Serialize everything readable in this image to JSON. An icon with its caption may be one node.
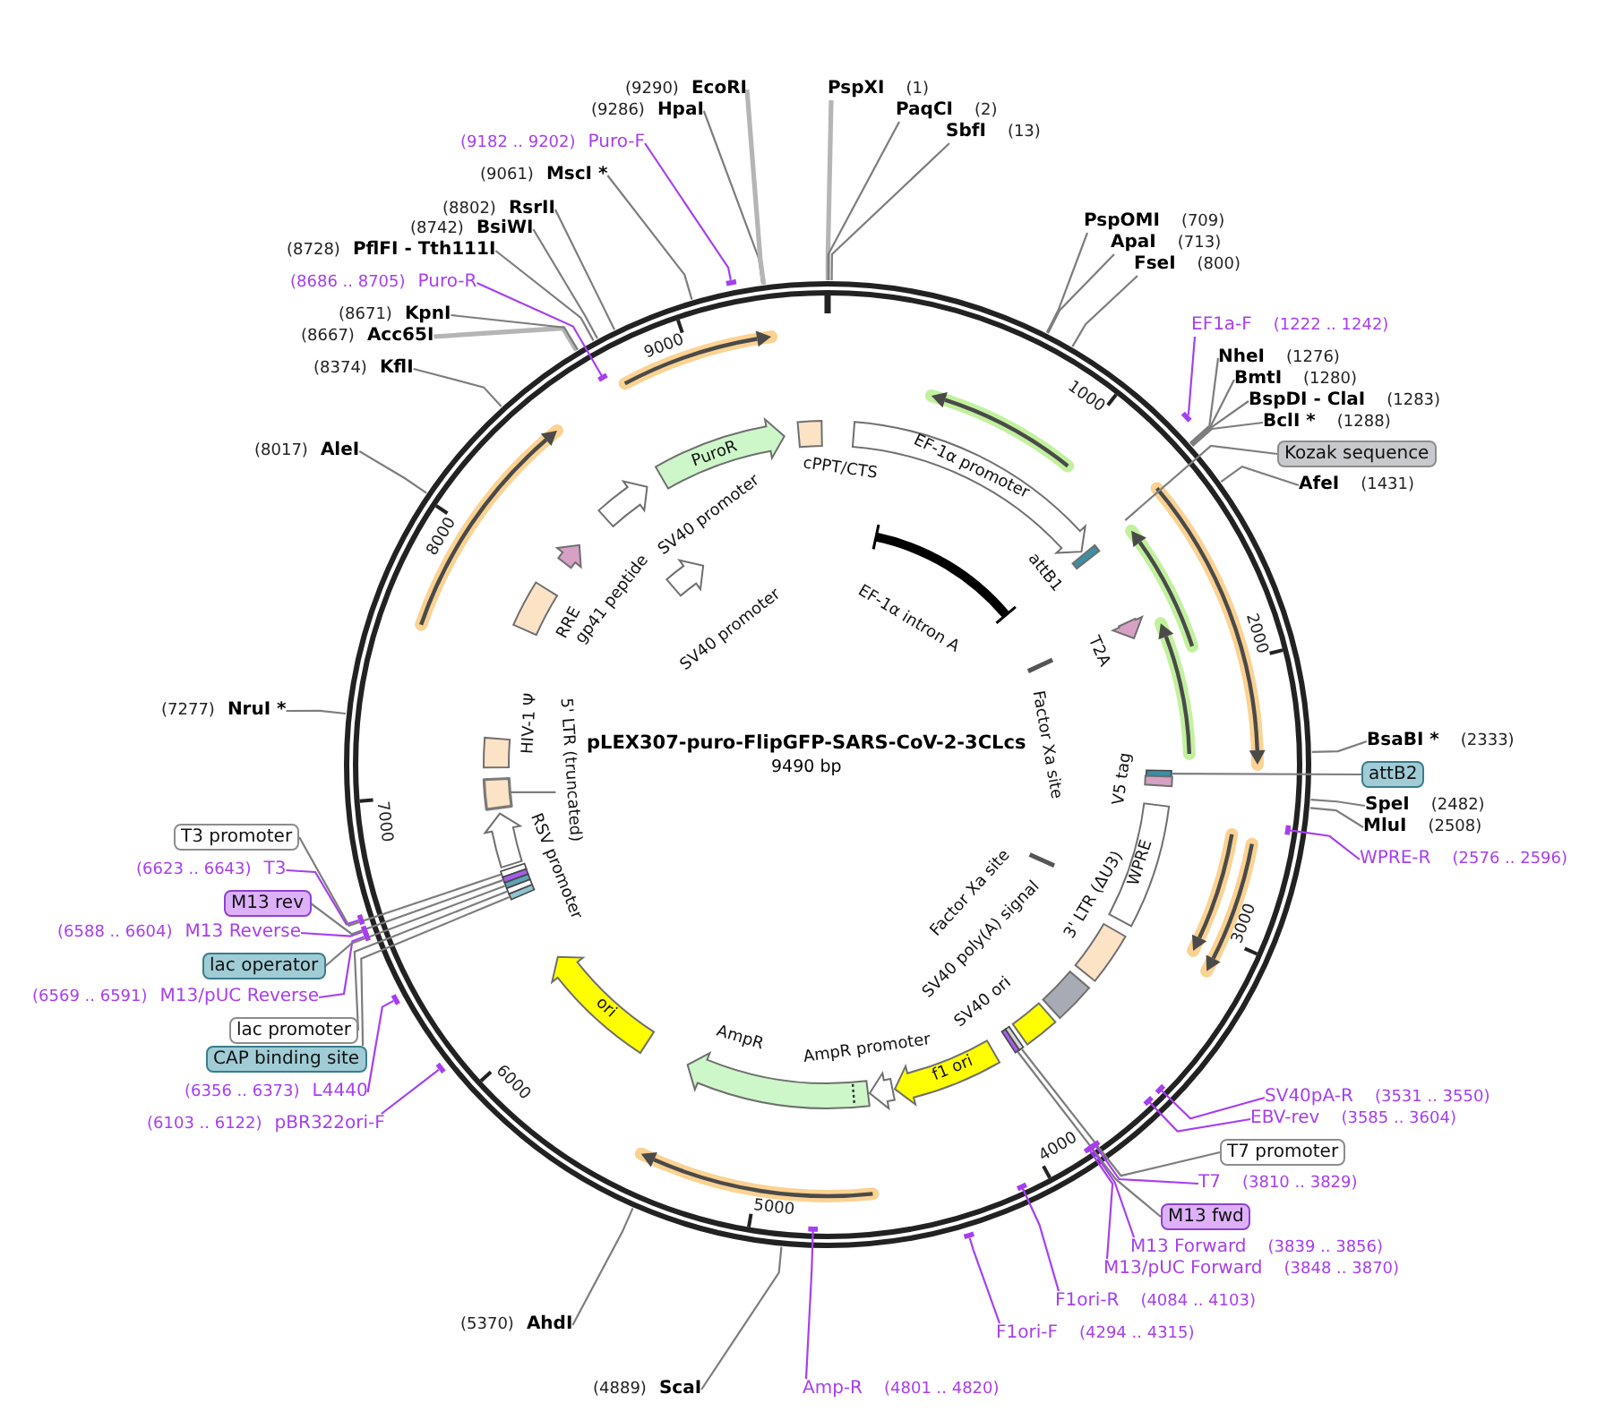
{
  "diagram": {
    "title": "pLEX307-puro-FlipGFP-SARS-CoV-2-3CLcs",
    "nodes": [
      {
        "text": [
          "PspXI",
          "(1)"
        ]
      },
      {
        "text": [
          "PaqCI",
          "(2)"
        ]
      },
      {
        "text": [
          "SbfI",
          "(13)"
        ]
      },
      {
        "text": [
          "PspOMI",
          "(709)"
        ]
      },
      {
        "text": [
          "ApaI",
          "(713)"
        ]
      },
      {
        "text": [
          "FseI",
          "(800)"
        ]
      },
      {
        "text": [
          "EF1a-F",
          "(1222 .. 1242)"
        ]
      },
      {
        "text": [
          "NheI",
          "(1276)"
        ]
      },
      {
        "text": [
          "BmtI",
          "(1280)"
        ]
      },
      {
        "text": [
          "BspDI - ClaI",
          "(1283)"
        ]
      },
      {
        "text": [
          "BclI *",
          "(1288)"
        ]
      },
      {
        "text": [
          "Kozak sequence"
        ]
      },
      {
        "text": [
          "AfeI",
          "(1431)"
        ]
      },
      {
        "text": [
          "BsaBI *",
          "(2333)"
        ]
      },
      {
        "text": [
          "attB2"
        ]
      },
      {
        "text": [
          "SpeI",
          "(2482)"
        ]
      },
      {
        "text": [
          "MluI",
          "(2508)"
        ]
      },
      {
        "text": [
          "WPRE-R",
          "(2576 .. 2596)"
        ]
      },
      {
        "text": [
          "SV40pA-R",
          "(3531 .. 3550)"
        ]
      },
      {
        "text": [
          "EBV-rev",
          "(3585 .. 3604)"
        ]
      },
      {
        "text": [
          "T7 promoter"
        ]
      },
      {
        "text": [
          "T7",
          "(3810 .. 3829)"
        ]
      },
      {
        "text": [
          "M13 fwd"
        ]
      },
      {
        "text": [
          "M13 Forward",
          "(3839 .. 3856)"
        ]
      },
      {
        "text": [
          "M13/pUC Forward",
          "(3848 .. 3870)"
        ]
      },
      {
        "text": [
          "F1ori-R",
          "(4084 .. 4103)"
        ]
      },
      {
        "text": [
          "F1ori-F",
          "(4294 .. 4315)"
        ]
      },
      {
        "text": [
          "Amp-R",
          "(4801 .. 4820)"
        ]
      },
      {
        "text": [
          "(4889)",
          "ScaI"
        ]
      },
      {
        "text": [
          "(5370)",
          "AhdI"
        ]
      },
      {
        "text": [
          "(6103 .. 6122)",
          "pBR322ori-F"
        ]
      },
      {
        "text": [
          "(6356 .. 6373)",
          "L4440"
        ]
      },
      {
        "text": [
          "CAP binding site"
        ]
      },
      {
        "text": [
          "lac promoter"
        ]
      },
      {
        "text": [
          "(6569 .. 6591)",
          "M13/pUC Reverse"
        ]
      },
      {
        "text": [
          "lac operator"
        ]
      },
      {
        "text": [
          "(6588 .. 6604)",
          "M13 Reverse"
        ]
      },
      {
        "text": [
          "M13 rev"
        ]
      },
      {
        "text": [
          "(6623 .. 6643)",
          "T3"
        ]
      },
      {
        "text": [
          "T3 promoter"
        ]
      },
      {
        "text": [
          "(7277)",
          "NruI *"
        ]
      },
      {
        "text": [
          "(8017)",
          "AleI"
        ]
      },
      {
        "text": [
          "(8374)",
          "KflI"
        ]
      },
      {
        "text": [
          "(8667)",
          "Acc65I"
        ]
      },
      {
        "text": [
          "(8671)",
          "KpnI"
        ]
      },
      {
        "text": [
          "(8686 .. 8705)",
          "Puro-R"
        ]
      },
      {
        "text": [
          "(8728)",
          "PflFI - Tth111I"
        ]
      },
      {
        "text": [
          "(8742)",
          "BsiWI"
        ]
      },
      {
        "text": [
          "(8802)",
          "RsrII"
        ]
      },
      {
        "text": [
          "(9061)",
          "MscI *"
        ]
      },
      {
        "text": [
          "(9182 .. 9202)",
          "Puro-F"
        ]
      },
      {
        "text": [
          "(9286)",
          "HpaI"
        ]
      },
      {
        "text": [
          "(9290)",
          "EcoRI"
        ]
      },
      {
        "text": [
          "EF-1α promoter"
        ]
      },
      {
        "text": [
          "EF-1α intron A"
        ]
      },
      {
        "text": [
          "attB1"
        ]
      },
      {
        "text": [
          "T2A"
        ]
      },
      {
        "text": [
          "Factor Xa site"
        ]
      },
      {
        "text": [
          "V5 tag"
        ]
      },
      {
        "text": [
          "Factor Xa site"
        ]
      },
      {
        "text": [
          "WPRE"
        ]
      },
      {
        "text": [
          "3' LTR (ΔU3)"
        ]
      },
      {
        "text": [
          "SV40 poly(A) signal"
        ]
      },
      {
        "text": [
          "SV40 ori"
        ]
      },
      {
        "text": [
          "f1 ori"
        ]
      },
      {
        "text": [
          "AmpR promoter"
        ]
      },
      {
        "text": [
          "AmpR"
        ]
      },
      {
        "text": [
          "ori"
        ]
      },
      {
        "text": [
          "RSV promoter"
        ]
      },
      {
        "text": [
          "5' LTR (truncated)"
        ]
      },
      {
        "text": [
          "HIV-1 Ψ"
        ]
      },
      {
        "text": [
          "RRE"
        ]
      },
      {
        "text": [
          "gp41 peptide"
        ]
      },
      {
        "text": [
          "SV40 promoter"
        ]
      },
      {
        "text": [
          "SV40 promoter"
        ]
      },
      {
        "text": [
          "PuroR"
        ]
      },
      {
        "text": [
          "cPPT/CTS"
        ]
      },
      {
        "text": [],
        "shape": "bar"
      },
      {
        "text": [],
        "shape": "bar"
      },
      {
        "text": [],
        "shape": "bar"
      },
      {
        "text": [],
        "shape": "bar"
      },
      {
        "text": [],
        "shape": "bar"
      },
      {
        "text": [],
        "shape": "bar"
      },
      {
        "text": [],
        "shape": "bar"
      },
      {
        "text": [],
        "shape": "bar"
      },
      {
        "text": [],
        "shape": "bar"
      },
      {
        "text": [],
        "shape": "bar"
      },
      {
        "text": [],
        "shape": "bar"
      },
      {
        "text": [],
        "shape": "bar"
      },
      {
        "text": [],
        "shape": "bar"
      },
      {
        "text": [],
        "shape": "bar"
      },
      {
        "text": [],
        "shape": "bar"
      },
      {
        "text": [],
        "shape": "bar"
      },
      {
        "text": [],
        "shape": "bar"
      },
      {
        "text": [],
        "shape": "bar"
      },
      {
        "text": [],
        "shape": "bar"
      },
      {
        "text": [],
        "shape": "bar"
      },
      {
        "text": [],
        "shape": "bar"
      },
      {
        "text": [],
        "shape": "bar"
      },
      {
        "text": [],
        "shape": "bar"
      },
      {
        "text": [],
        "shape": "bar"
      },
      {
        "text": [],
        "shape": "bar"
      },
      {
        "text": [],
        "shape": "box"
      }
    ],
    "edges": [
      {
        "from": 0,
        "to": null,
        "arrow": "none",
        "style": "thick",
        "color": "#b5b5b5"
      },
      {
        "from": 1,
        "to": null,
        "arrow": "none"
      },
      {
        "from": 2,
        "to": null,
        "arrow": "none"
      },
      {
        "from": 3,
        "to": null,
        "arrow": "none"
      },
      {
        "from": 4,
        "to": null,
        "arrow": "none"
      },
      {
        "from": 5,
        "to": null,
        "arrow": "none"
      },
      {
        "from": 6,
        "to": 100,
        "arrow": "none",
        "color": "#a63ff0"
      },
      {
        "from": 7,
        "to": null,
        "arrow": "none"
      },
      {
        "from": 8,
        "to": null,
        "arrow": "none"
      },
      {
        "from": 9,
        "to": null,
        "arrow": "none"
      },
      {
        "from": 10,
        "to": null,
        "arrow": "none"
      },
      {
        "from": 11,
        "to": null,
        "arrow": "none"
      },
      {
        "from": 12,
        "to": null,
        "arrow": "none"
      },
      {
        "from": 13,
        "to": null,
        "arrow": "none"
      },
      {
        "from": 14,
        "to": 98,
        "arrow": "none"
      },
      {
        "from": 15,
        "to": null,
        "arrow": "none"
      },
      {
        "from": 16,
        "to": null,
        "arrow": "none"
      },
      {
        "from": 17,
        "to": 101,
        "arrow": "none",
        "color": "#a63ff0"
      },
      {
        "from": 18,
        "to": 99,
        "arrow": "none",
        "color": "#a63ff0"
      },
      {
        "from": 19,
        "to": 97,
        "arrow": "none",
        "color": "#a63ff0"
      },
      {
        "from": 20,
        "to": 92,
        "arrow": "none"
      },
      {
        "from": 21,
        "to": 96,
        "arrow": "none",
        "color": "#a63ff0"
      },
      {
        "from": 22,
        "to": 91,
        "arrow": "none"
      },
      {
        "from": 23,
        "to": 95,
        "arrow": "none",
        "color": "#a63ff0"
      },
      {
        "from": 24,
        "to": 94,
        "arrow": "none",
        "color": "#a63ff0"
      },
      {
        "from": 25,
        "to": 93,
        "arrow": "none",
        "color": "#a63ff0"
      },
      {
        "from": 26,
        "to": 90,
        "arrow": "none",
        "color": "#a63ff0"
      },
      {
        "from": 27,
        "to": 89,
        "arrow": "none",
        "color": "#a63ff0"
      },
      {
        "from": 28,
        "to": null,
        "arrow": "none"
      },
      {
        "from": 29,
        "to": null,
        "arrow": "none"
      },
      {
        "from": 30,
        "to": 81,
        "arrow": "none",
        "color": "#a63ff0"
      },
      {
        "from": 31,
        "to": 80,
        "arrow": "none",
        "color": "#a63ff0"
      },
      {
        "from": 32,
        "to": 86,
        "arrow": "none"
      },
      {
        "from": 33,
        "to": 85,
        "arrow": "none"
      },
      {
        "from": 34,
        "to": 79,
        "arrow": "none",
        "color": "#a63ff0"
      },
      {
        "from": 35,
        "to": 84,
        "arrow": "none"
      },
      {
        "from": 36,
        "to": 78,
        "arrow": "none",
        "color": "#a63ff0"
      },
      {
        "from": 37,
        "to": 83,
        "arrow": "none"
      },
      {
        "from": 38,
        "to": 77,
        "arrow": "none",
        "color": "#a63ff0"
      },
      {
        "from": 39,
        "to": 82,
        "arrow": "none"
      },
      {
        "from": 40,
        "to": null,
        "arrow": "none"
      },
      {
        "from": 41,
        "to": null,
        "arrow": "none"
      },
      {
        "from": 42,
        "to": null,
        "arrow": "none"
      },
      {
        "from": 43,
        "to": null,
        "arrow": "none",
        "style": "thick",
        "color": "#b5b5b5"
      },
      {
        "from": 44,
        "to": null,
        "arrow": "none"
      },
      {
        "from": 45,
        "to": 87,
        "arrow": "none",
        "color": "#a63ff0"
      },
      {
        "from": 46,
        "to": null,
        "arrow": "none"
      },
      {
        "from": 47,
        "to": null,
        "arrow": "none"
      },
      {
        "from": 48,
        "to": null,
        "arrow": "none"
      },
      {
        "from": 49,
        "to": null,
        "arrow": "none"
      },
      {
        "from": 50,
        "to": 88,
        "arrow": "none",
        "color": "#a63ff0"
      },
      {
        "from": 51,
        "to": null,
        "arrow": "none"
      },
      {
        "from": 52,
        "to": null,
        "arrow": "none",
        "style": "thick",
        "color": "#b5b5b5"
      },
      {
        "from": 69,
        "to": 102,
        "arrow": "none"
      }
    ],
    "labels": [
      "9490 bp",
      "1000",
      "2000",
      "3000",
      "4000",
      "5000",
      "6000",
      "7000",
      "8000",
      "9000"
    ]
  }
}
